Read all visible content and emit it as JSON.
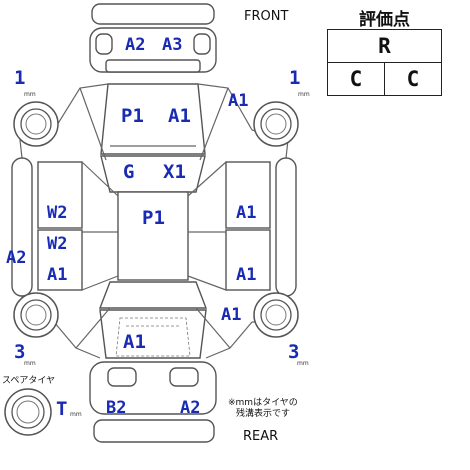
{
  "labels": {
    "front": "FRONT",
    "rear": "REAR",
    "spare_tire": "スペアタイヤ",
    "mm_note_line1": "※mmはタイヤの",
    "mm_note_line2": "残溝表示です",
    "mm_unit": "mm"
  },
  "rating": {
    "title": "評価点",
    "overall": "R",
    "interior": "C",
    "exterior": "C"
  },
  "tires": {
    "front_left": "1",
    "front_right": "1",
    "rear_left": "3",
    "rear_right": "3",
    "spare": "T"
  },
  "damage_codes": {
    "front_bumper_1": "A2",
    "front_bumper_2": "A3",
    "hood_1": "P1",
    "hood_2": "A1",
    "front_right_fender": "A1",
    "windshield": "G",
    "cowl": "X1",
    "roof": "P1",
    "left_front_door": "W2",
    "left_rear_door_1": "W2",
    "left_rear_door_2": "A1",
    "left_rocker": "A2",
    "right_front_door": "A1",
    "right_rear_door": "A1",
    "right_rear_fender": "A1",
    "trunk": "A1",
    "rear_bumper_1": "B2",
    "rear_bumper_2": "A2"
  },
  "colors": {
    "code_text": "#1a2bb3",
    "outline": "#555555"
  }
}
